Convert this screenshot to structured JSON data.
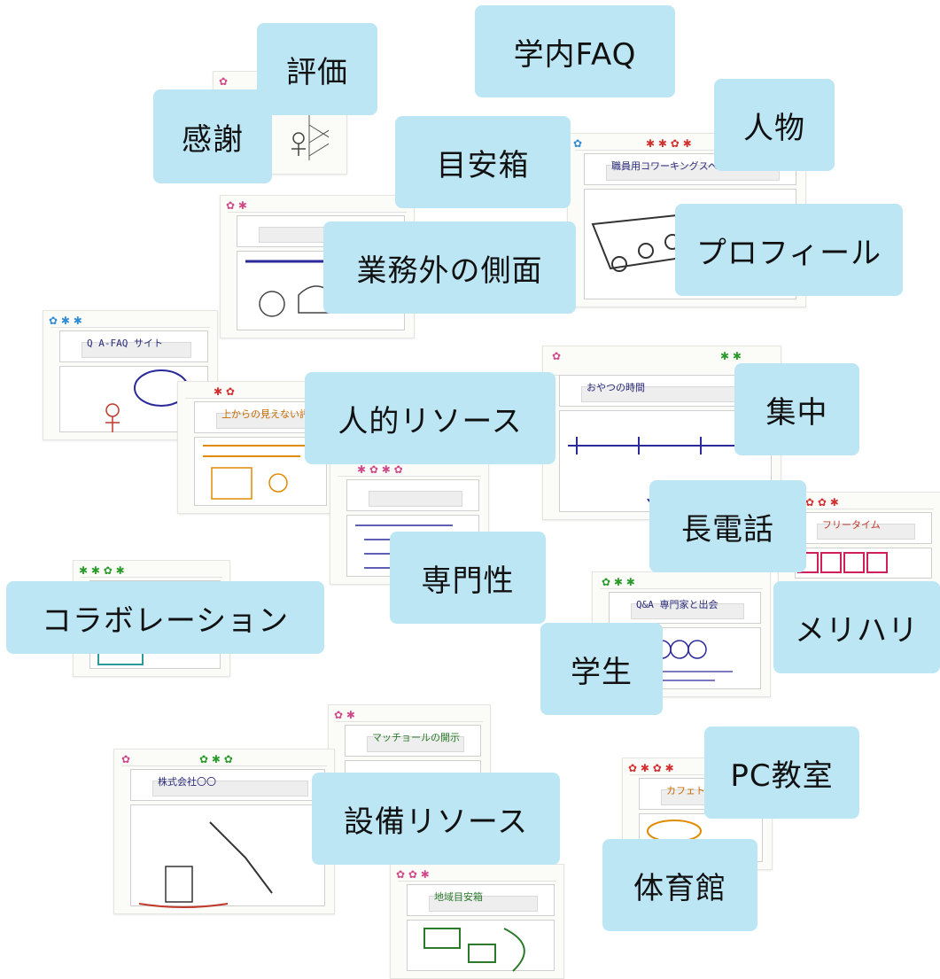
{
  "keyword_cards": [
    {
      "id": "hyouka",
      "text": "評価"
    },
    {
      "id": "kansha",
      "text": "感謝"
    },
    {
      "id": "gakunai-faq",
      "text": "学内FAQ"
    },
    {
      "id": "meyasubako",
      "text": "目安箱"
    },
    {
      "id": "jinbutsu",
      "text": "人物"
    },
    {
      "id": "gyoumugai",
      "text": "業務外の側面"
    },
    {
      "id": "profile",
      "text": "プロフィール"
    },
    {
      "id": "jinteki",
      "text": "人的リソース"
    },
    {
      "id": "shuuchuu",
      "text": "集中"
    },
    {
      "id": "choudenwa",
      "text": "長電話"
    },
    {
      "id": "senmonsei",
      "text": "専門性"
    },
    {
      "id": "collaboration",
      "text": "コラボレーション"
    },
    {
      "id": "merihari",
      "text": "メリハリ"
    },
    {
      "id": "gakusei",
      "text": "学生"
    },
    {
      "id": "pc",
      "text": "PC教室"
    },
    {
      "id": "setsubi",
      "text": "設備リソース"
    },
    {
      "id": "taiikukan",
      "text": "体育館"
    }
  ],
  "sketch_sheets": [
    {
      "id": "s1",
      "idea": ""
    },
    {
      "id": "s2",
      "idea": "職員用コワーキングスペース"
    },
    {
      "id": "s3",
      "idea": ""
    },
    {
      "id": "s4",
      "idea": "Q A-FAQ サイト"
    },
    {
      "id": "s5",
      "idea": "上からの見えない評価"
    },
    {
      "id": "s6",
      "idea": "おやつの時間"
    },
    {
      "id": "s7",
      "idea": ""
    },
    {
      "id": "s8",
      "idea": "フリータイム"
    },
    {
      "id": "s9",
      "idea": ""
    },
    {
      "id": "s10",
      "idea": "Q&A 専門家と出会"
    },
    {
      "id": "s11",
      "idea": "マッチョールの開示"
    },
    {
      "id": "s12",
      "idea": "株式会社〇〇"
    },
    {
      "id": "s13",
      "idea": "カフェト"
    },
    {
      "id": "s14",
      "idea": "地域目安箱"
    }
  ],
  "colors": {
    "card_bg": "#bde6f5",
    "card_text": "#111111",
    "sheet_bg": "#fbfbf8"
  }
}
